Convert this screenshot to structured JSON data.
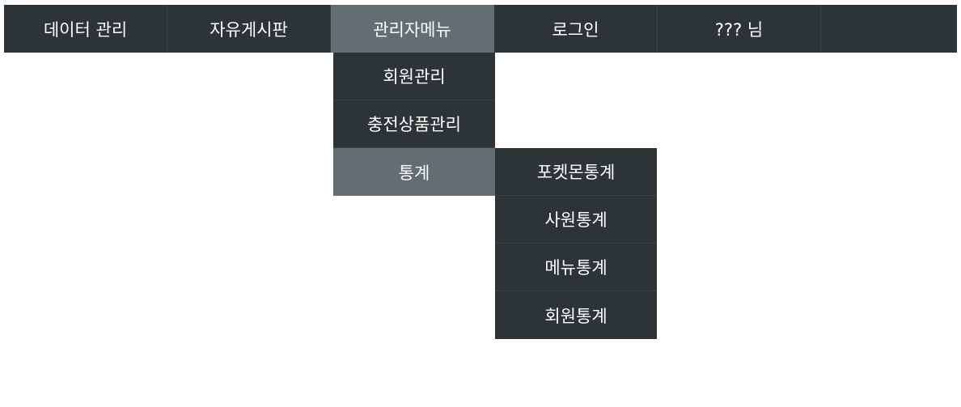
{
  "nav": {
    "items": [
      {
        "label": "데이터 관리"
      },
      {
        "label": "자유게시판"
      },
      {
        "label": "관리자메뉴"
      },
      {
        "label": "로그인"
      },
      {
        "label": "??? 님"
      }
    ]
  },
  "admin_menu": {
    "items": [
      {
        "label": "회원관리"
      },
      {
        "label": "충전상품관리"
      },
      {
        "label": "통계"
      }
    ]
  },
  "stats_menu": {
    "items": [
      {
        "label": "포켓몬통계"
      },
      {
        "label": "사원통계"
      },
      {
        "label": "메뉴통계"
      },
      {
        "label": "회원통계"
      }
    ]
  },
  "colors": {
    "bar": "#2d3436",
    "active": "#636e72",
    "text": "#ffffff"
  }
}
